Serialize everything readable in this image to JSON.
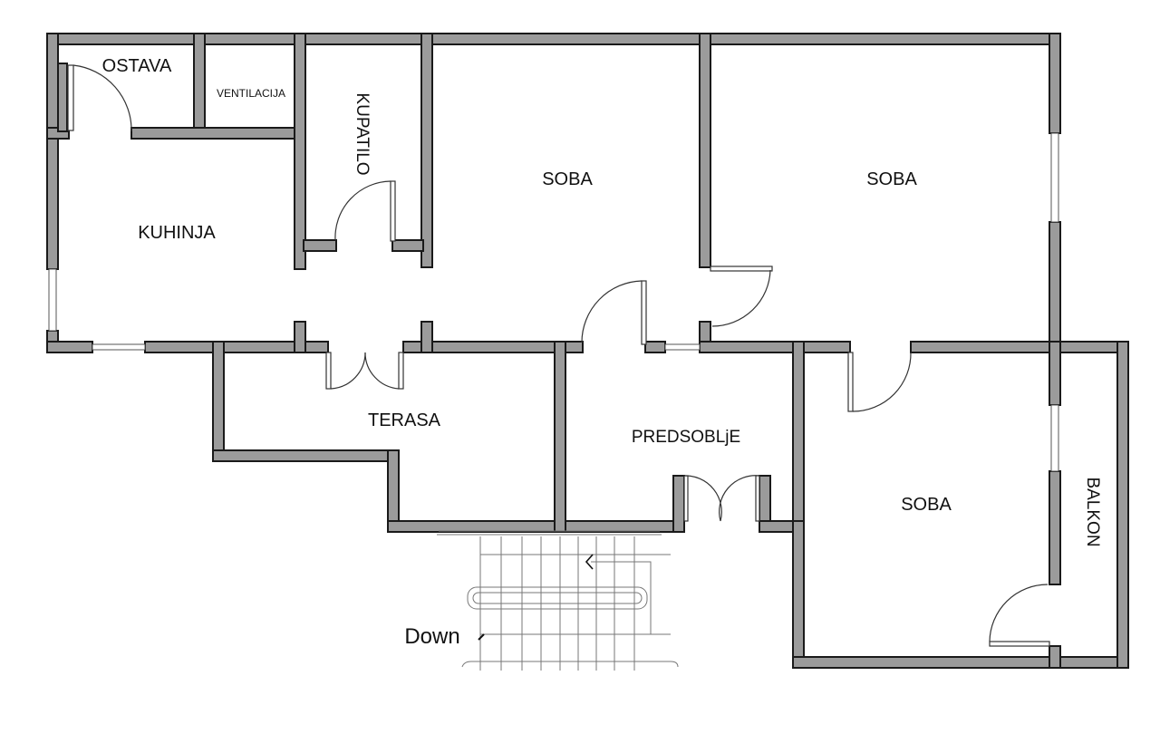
{
  "rooms": {
    "ostava": "OSTAVA",
    "ventilacija": "VENTILACIJA",
    "kupatilo": "KUPATILO",
    "kuhinja": "KUHINJA",
    "soba_center": "SOBA",
    "soba_right": "SOBA",
    "soba_bottom": "SOBA",
    "terasa": "TERASA",
    "predsoblje": "PREDSOBLjE",
    "balkon": "BALKON"
  },
  "stairs": {
    "direction_label": "Down"
  },
  "colors": {
    "wall_fill": "#9b9b9b",
    "wall_stroke": "#1a1a1a",
    "background": "#ffffff"
  }
}
